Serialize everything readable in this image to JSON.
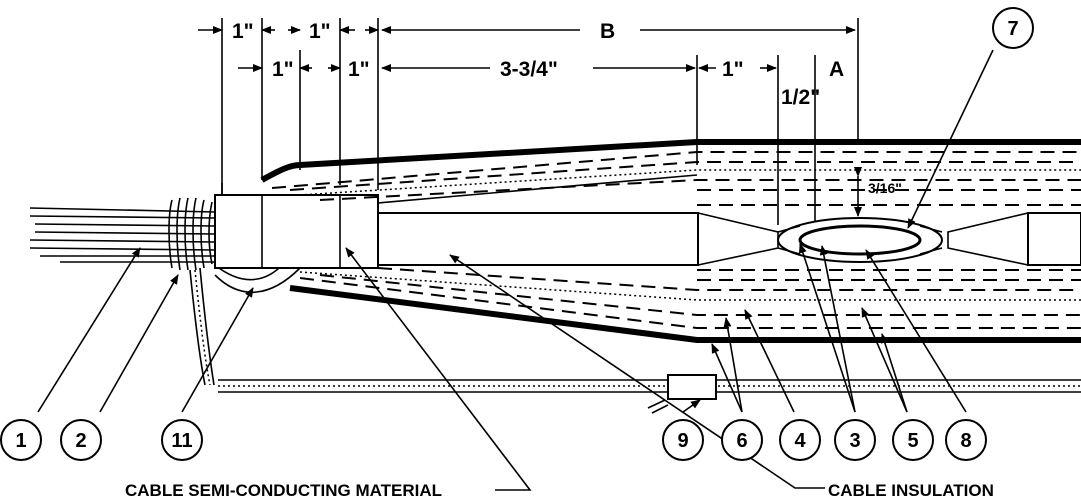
{
  "dimensions": {
    "top_row": [
      "1\"",
      "1\"",
      "B"
    ],
    "second_row": [
      "1\"",
      "1\"",
      "3-3/4\"",
      "1\"",
      "A"
    ],
    "half": "1/2\"",
    "gap": "3/16\""
  },
  "callouts": [
    "1",
    "2",
    "11",
    "9",
    "6",
    "4",
    "3",
    "5",
    "8",
    "7"
  ],
  "captions": {
    "semi": "CABLE SEMI-CONDUCTING MATERIAL",
    "insulation": "CABLE INSULATION"
  }
}
